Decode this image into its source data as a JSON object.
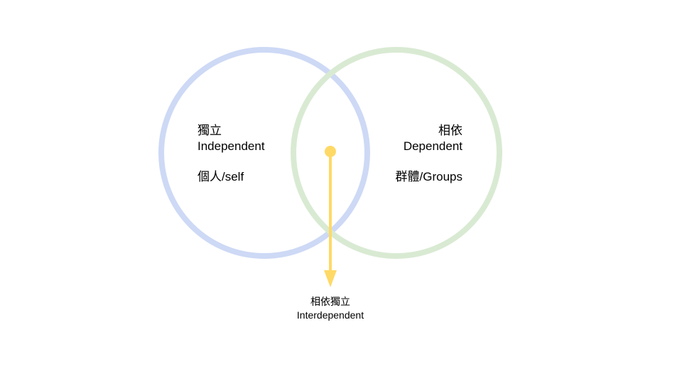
{
  "left_circle": {
    "title_zh": "獨立",
    "title_en": "Independent",
    "sub": "個人/self",
    "color": "#cdd9f5"
  },
  "right_circle": {
    "title_zh": "相依",
    "title_en": "Dependent",
    "sub": "群體/Groups",
    "color": "#d9ead3"
  },
  "overlap": {
    "label_zh": "相依獨立",
    "label_en": "Interdependent",
    "arrow_color": "#ffd966"
  }
}
